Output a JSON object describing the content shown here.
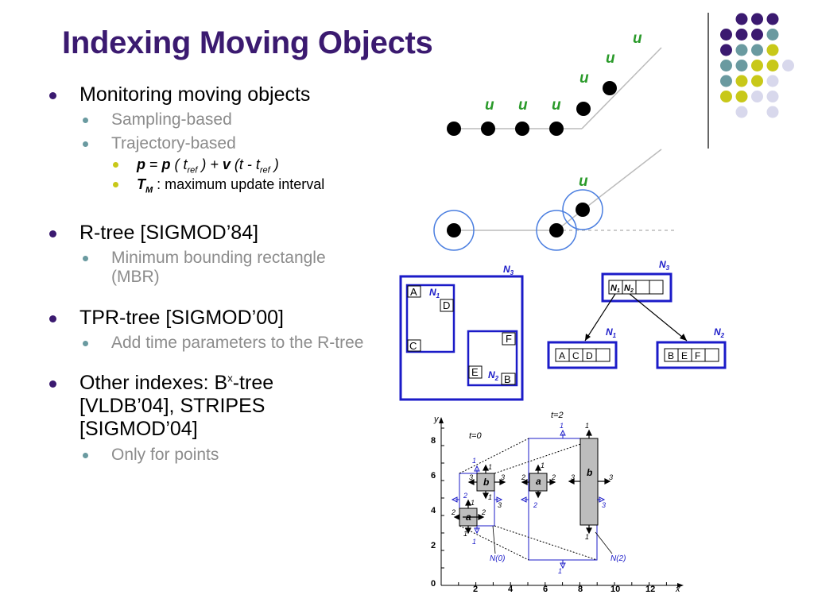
{
  "slide": {
    "title": "Indexing Moving Objects",
    "bullets": {
      "b1": "Monitoring moving objects",
      "b1_1": "Sampling-based",
      "b1_2": "Trajectory-based",
      "formula": {
        "p1": "p",
        "eq": " = ",
        "p2": "p",
        "open": " ( t",
        "ref1": "ref",
        "mid": " ) + ",
        "v": "v",
        "tpart": " (t - t",
        "ref2": "ref",
        "close": " )"
      },
      "tm": {
        "t": "T",
        "sub": "M",
        "text": " : maximum update interval"
      },
      "b2": "R-tree [SIGMOD’84]",
      "b2_1": "Minimum bounding rectangle (MBR)",
      "b3": "TPR-tree [SIGMOD’00]",
      "b3_1": "Add time parameters to the R-tree",
      "b4_pre": "Other indexes: B",
      "b4_sup": "x",
      "b4_post": "-tree [VLDB’04], STRIPES [SIGMOD’04]",
      "b4_1": "Only for points"
    }
  },
  "sampling_fig": {
    "update_label": "u"
  },
  "mbr_fig": {
    "labels": {
      "n3": "N",
      "n3_sub": "3",
      "n1": "N",
      "n1_sub": "1",
      "n2": "N",
      "n2_sub": "2"
    },
    "boxes": {
      "A": "A",
      "B": "B",
      "C": "C",
      "D": "D",
      "E": "E",
      "F": "F"
    },
    "tree": {
      "root_label": "N",
      "root_sub": "3",
      "root_entries": [
        "N",
        "N"
      ],
      "root_entry_subs": [
        "1",
        "2"
      ],
      "n1_label": "N",
      "n1_sub": "1",
      "n1_entries": [
        "A",
        "C",
        "D"
      ],
      "n2_label": "N",
      "n2_sub": "2",
      "n2_entries": [
        "B",
        "E",
        "F"
      ]
    }
  },
  "tpr_fig": {
    "y_axis": "y",
    "x_axis": "x",
    "y_ticks": [
      "0",
      "2",
      "4",
      "6",
      "8"
    ],
    "x_ticks": [
      "2",
      "4",
      "6",
      "8",
      "10",
      "12"
    ],
    "t0": "t=0",
    "t2": "t=2",
    "obj_a": "a",
    "obj_b": "b",
    "n0": "N(0)",
    "n2": "N(2)",
    "velocity_labels": [
      "1",
      "2",
      "3"
    ]
  },
  "colors": {
    "title": "#3b1a70",
    "blue": "#1b1bc8",
    "accent_teal": "#6a9aa0",
    "accent_yellow": "#c8c819",
    "accent_lilac": "#d8d8ec"
  }
}
